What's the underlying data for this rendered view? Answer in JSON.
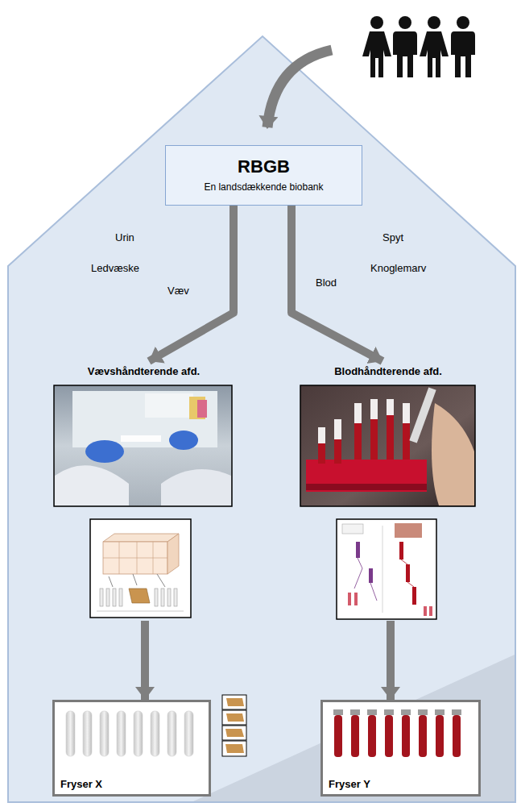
{
  "diagram": {
    "nodes": [
      {
        "text": [
          "RBGB",
          "En landsdækkende biobank"
        ]
      },
      {
        "text": [
          "Vævshåndterende afd."
        ]
      },
      {
        "text": [
          "Blodhåndterende afd."
        ]
      },
      {
        "text": [
          "Fryser X"
        ]
      },
      {
        "text": [
          "Fryser Y"
        ]
      }
    ],
    "edges": [
      {
        "from": 0,
        "to": 1,
        "arrow": "to"
      },
      {
        "from": 0,
        "to": 2,
        "arrow": "to"
      },
      {
        "from": 1,
        "to": 3,
        "arrow": "to"
      },
      {
        "from": 2,
        "to": 4,
        "arrow": "to"
      }
    ],
    "labels": [
      "Urin",
      "Ledvæske",
      "Væv",
      "Spyt",
      "Knoglemarv",
      "Blod"
    ]
  }
}
